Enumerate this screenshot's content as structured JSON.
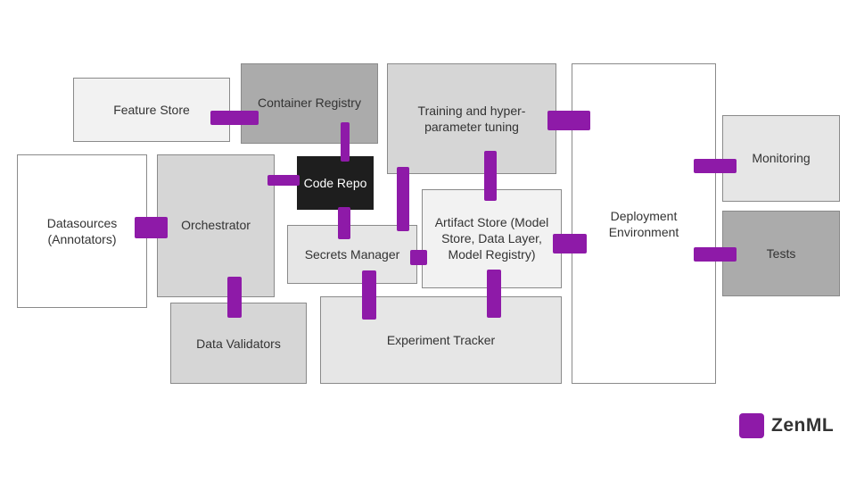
{
  "components": {
    "feature_store": "Feature Store",
    "container_registry": "Container Registry",
    "training": "Training and hyper-\nparameter tuning",
    "deployment": "Deployment\nEnvironment",
    "monitoring": "Monitoring",
    "datasources": "Datasources\n(Annotators)",
    "orchestrator": "Orchestrator",
    "code_repo": "Code Repo",
    "secrets_manager": "Secrets Manager",
    "artifact_store": "Artifact Store (Model\nStore, Data Layer,\nModel Registry)",
    "tests": "Tests",
    "data_validators": "Data Validators",
    "experiment_tracker": "Experiment Tracker"
  },
  "logo": {
    "text": "ZenML",
    "icon": "zenml-logo-icon"
  },
  "colors": {
    "connector": "#8e1aa8",
    "box_white": "#ffffff",
    "box_light": "#f2f2f2",
    "box_mid": "#e6e6e6",
    "box_midd": "#d6d6d6",
    "box_dark": "#ababab",
    "box_black": "#1e1e1e"
  }
}
